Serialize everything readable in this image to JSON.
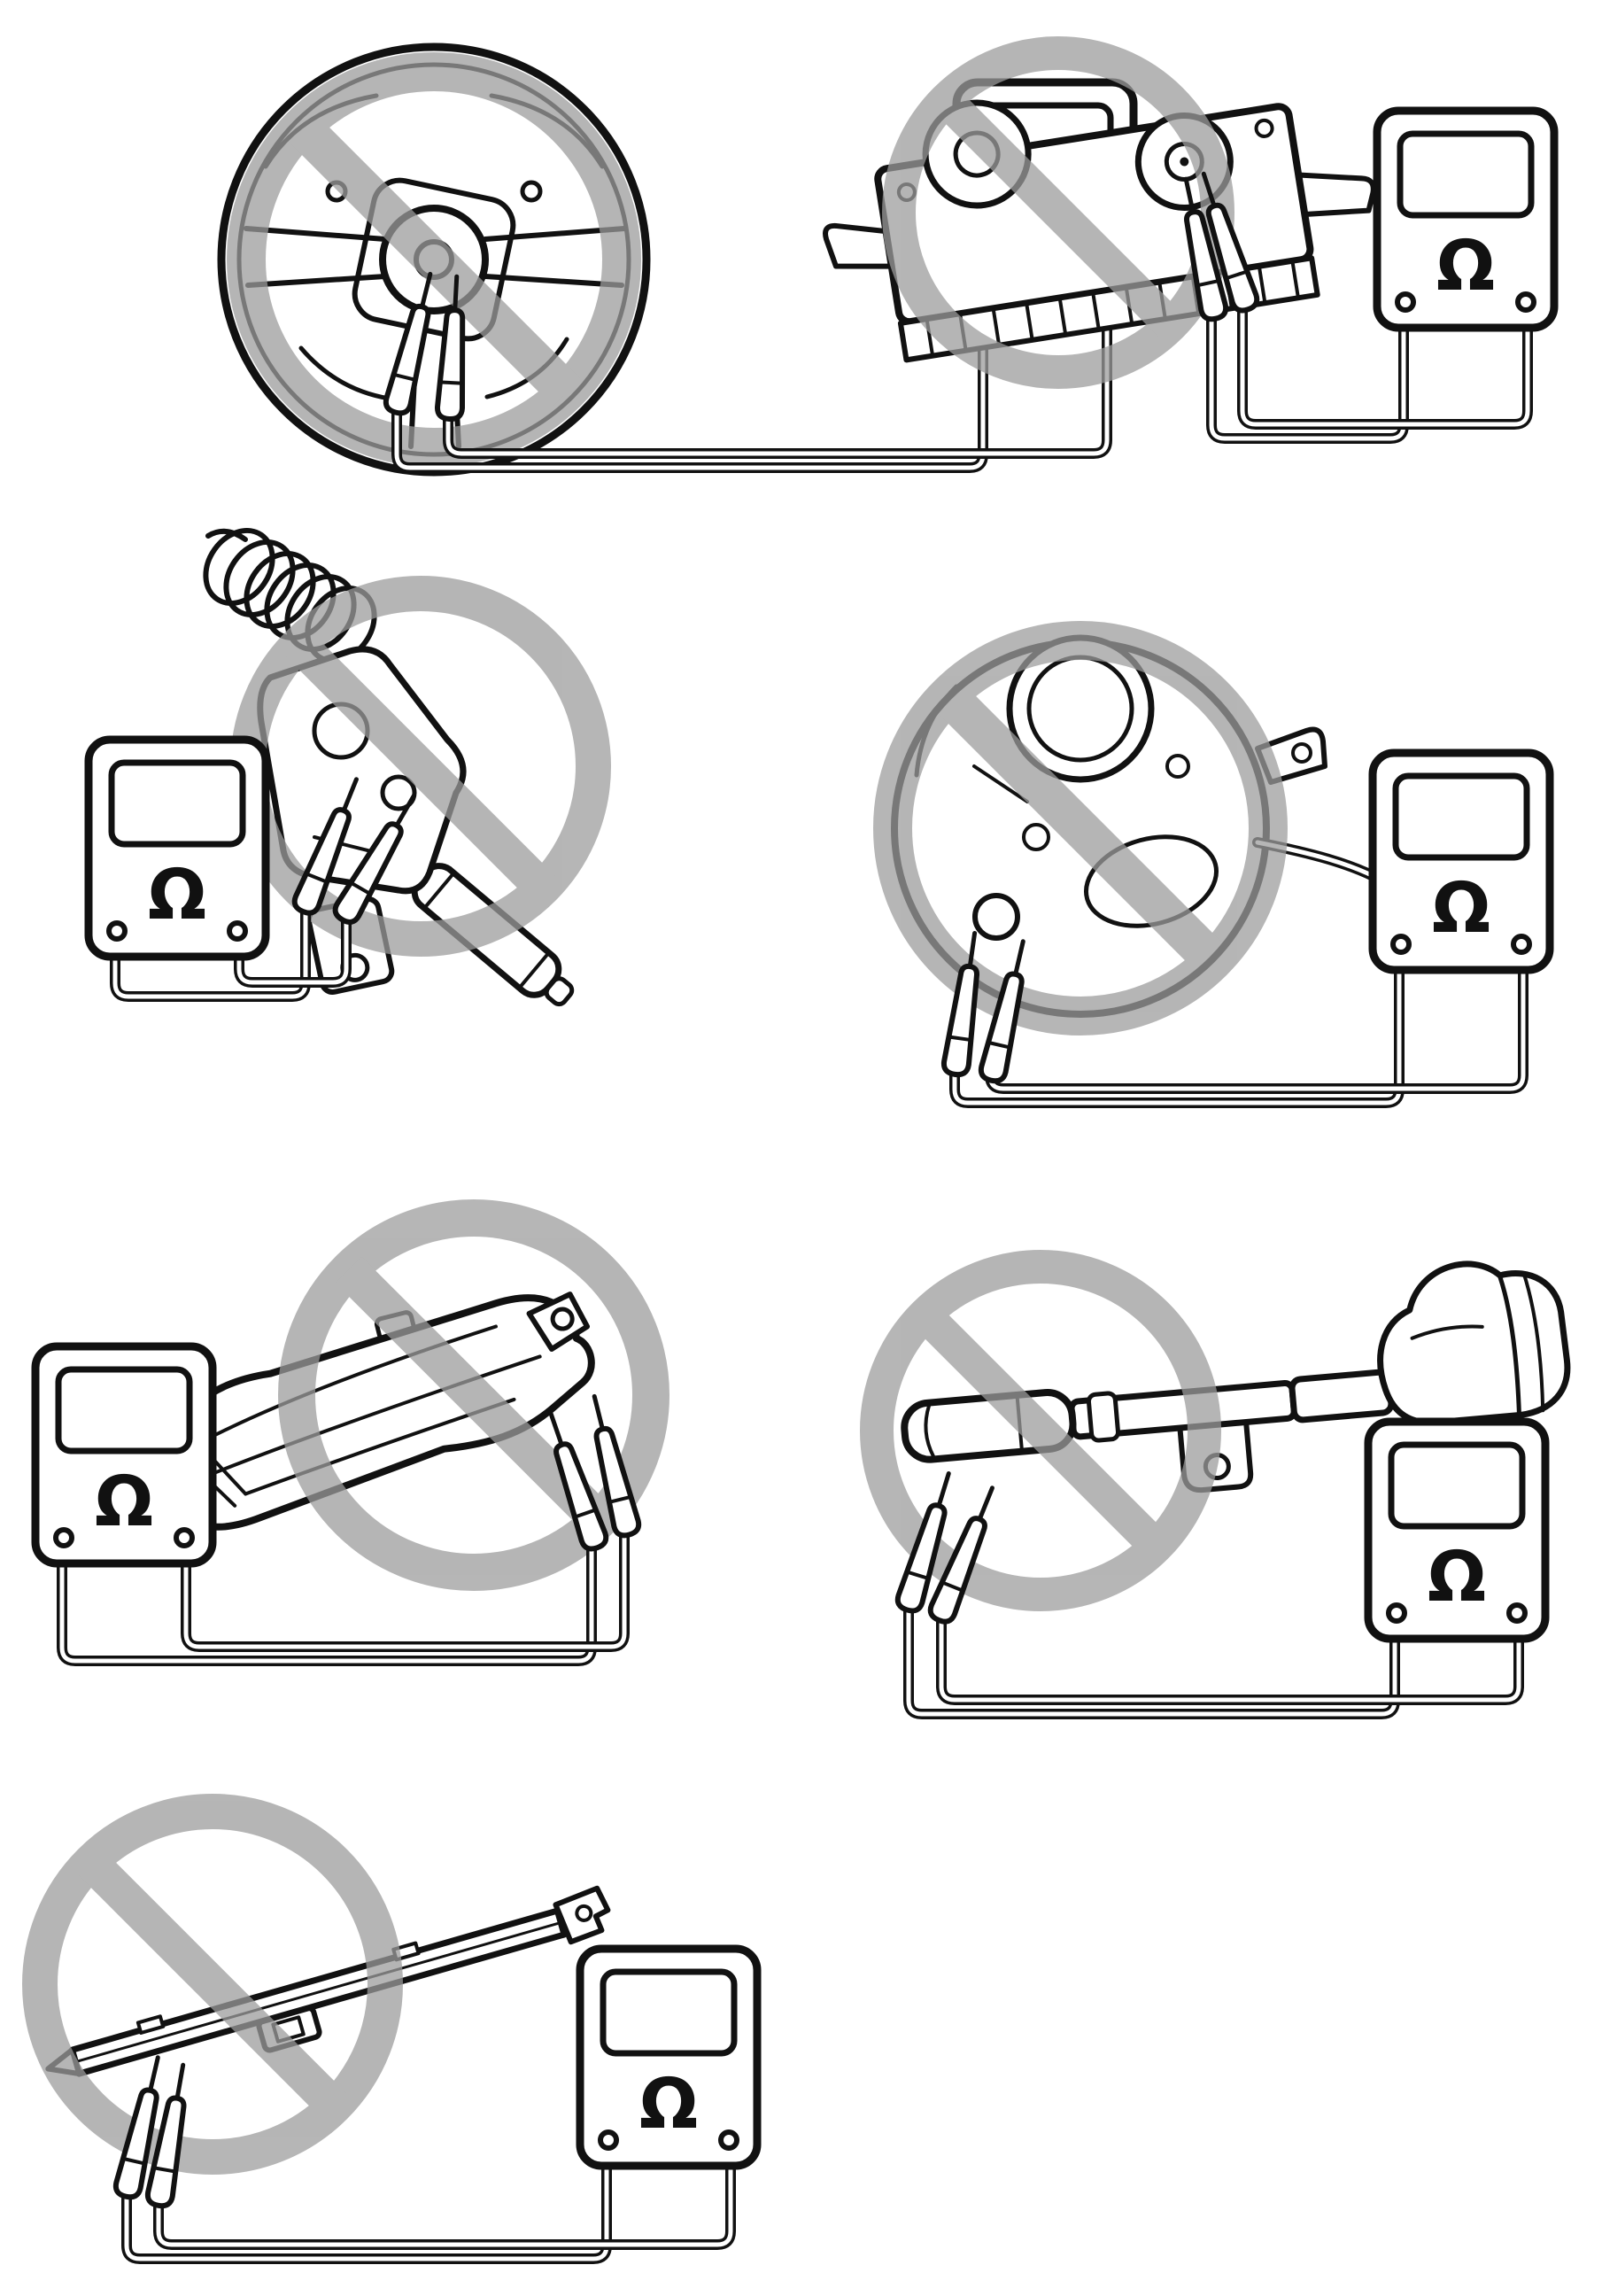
{
  "diagram": {
    "colors": {
      "ink": "#111111",
      "paper": "#ffffff",
      "prohibition_gray": "#9c9c9c"
    },
    "panels": [
      {
        "component": "driver-airbag-steering-wheel",
        "ohm": "Ω"
      },
      {
        "component": "passenger-airbag-module",
        "ohm": "Ω"
      },
      {
        "component": "seat-belt-pretensioner-coil",
        "ohm": "Ω"
      },
      {
        "component": "airbag-inflator-assembly",
        "ohm": "Ω"
      },
      {
        "component": "side-airbag-module",
        "ohm": "Ω"
      },
      {
        "component": "pretensioner-tube-with-hand",
        "ohm": "Ω"
      },
      {
        "component": "curtain-airbag-rail",
        "ohm": "Ω"
      }
    ]
  }
}
